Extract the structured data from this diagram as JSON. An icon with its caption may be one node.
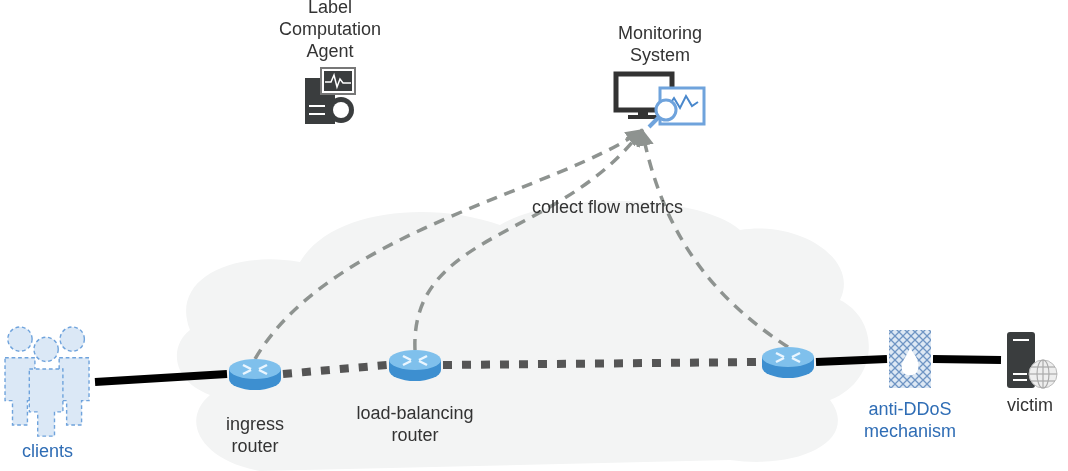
{
  "diagram": {
    "nodes": [
      {
        "text": [
          "Label Computation Agent"
        ]
      },
      {
        "text": [
          "Monitoring System"
        ]
      },
      {
        "text": [
          "clients"
        ]
      },
      {
        "text": [
          "ingress router"
        ]
      },
      {
        "text": [
          "load-balancing router"
        ]
      },
      {
        "text": [],
        "shape": "router"
      },
      {
        "text": [
          "anti-DDoS mechanism"
        ]
      },
      {
        "text": [
          "victim"
        ]
      }
    ],
    "edges": [
      {
        "from": 2,
        "to": 3,
        "arrow": "none"
      },
      {
        "from": 3,
        "to": 4,
        "arrow": "none",
        "style": "dashed",
        "color": "#555555"
      },
      {
        "from": 4,
        "to": 5,
        "arrow": "none",
        "style": "dashed",
        "color": "#555555"
      },
      {
        "from": 5,
        "to": 6,
        "arrow": "none"
      },
      {
        "from": 6,
        "to": 7,
        "arrow": "none"
      },
      {
        "from": 3,
        "to": 1,
        "arrow": "to",
        "style": "dashed",
        "color": "#8e9390"
      },
      {
        "from": 4,
        "to": 1,
        "arrow": "to",
        "style": "dashed",
        "color": "#8e9390"
      },
      {
        "from": 5,
        "to": 1,
        "arrow": "to",
        "style": "dashed",
        "color": "#8e9390"
      }
    ],
    "labels": [
      "collect flow metrics"
    ]
  }
}
